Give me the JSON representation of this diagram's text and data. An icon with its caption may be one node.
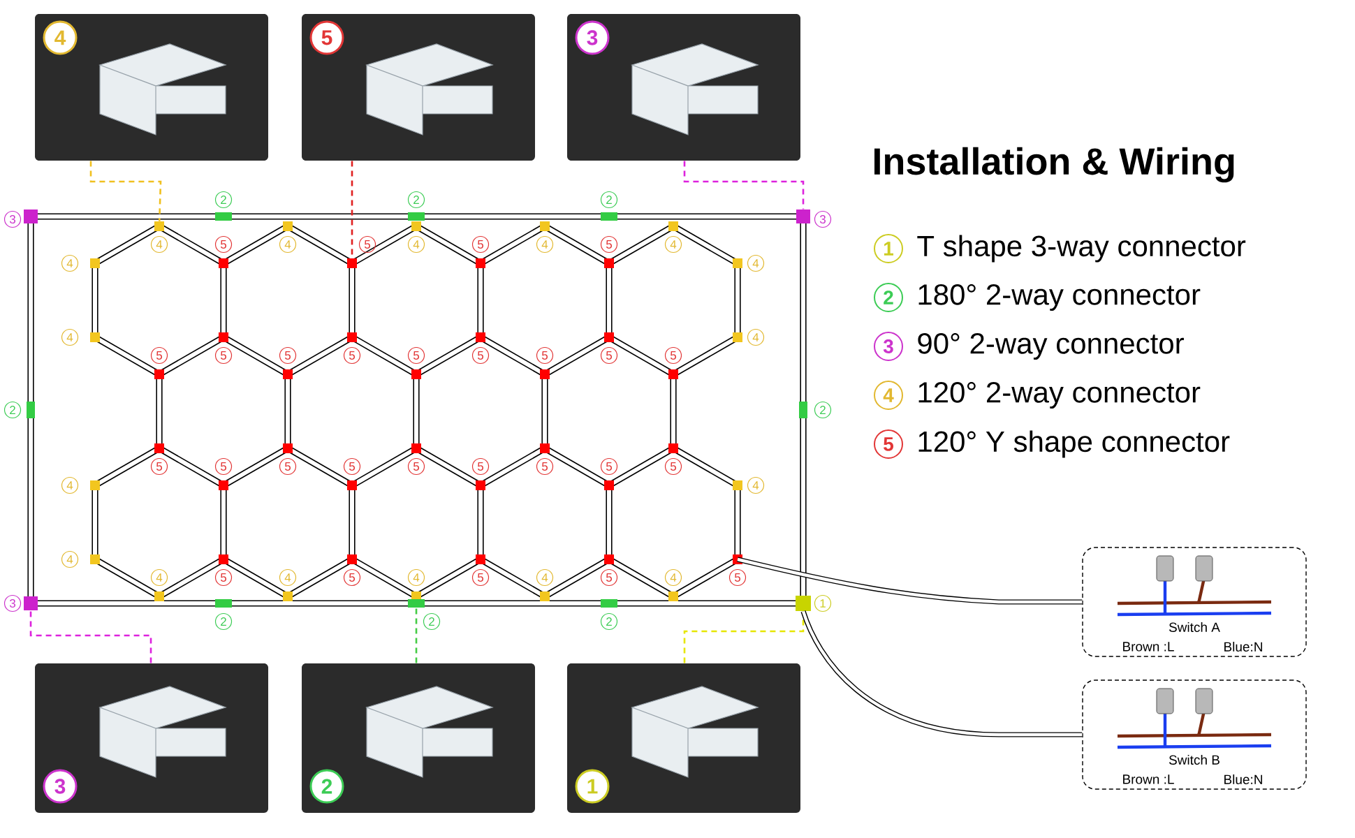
{
  "diagram": {
    "title": "Installation & Wiring",
    "nodes": [
      {
        "text": [
          "4"
        ]
      },
      {
        "text": [
          "5"
        ]
      },
      {
        "text": [
          "3"
        ]
      },
      {
        "text": [
          "Switch A",
          "Brown :L",
          "Blue:N"
        ]
      },
      {
        "text": [
          "Switch B",
          "Brown :L",
          "Blue:N"
        ]
      },
      {
        "text": [
          "3"
        ]
      },
      {
        "text": [
          "2"
        ]
      },
      {
        "text": [
          "1"
        ]
      },
      {
        "text": [],
        "shape": "box"
      },
      {
        "text": [],
        "shape": "box"
      },
      {
        "text": [],
        "shape": "box"
      },
      {
        "text": [],
        "shape": "box"
      },
      {
        "text": [],
        "shape": "box"
      },
      {
        "text": [],
        "shape": "box"
      },
      {
        "text": [],
        "shape": "box"
      }
    ],
    "edges": [
      {
        "from": 0,
        "to": 8,
        "arrow": "none",
        "style": "dashed",
        "color": "#f0c020"
      },
      {
        "from": 1,
        "to": 9,
        "arrow": "none",
        "style": "dashed",
        "color": "#e02020"
      },
      {
        "from": 2,
        "to": 10,
        "arrow": "none",
        "style": "dashed",
        "color": "#dd22dd"
      },
      {
        "from": 5,
        "to": 11,
        "arrow": "none",
        "style": "dashed",
        "color": "#dd22dd"
      },
      {
        "from": 6,
        "to": 12,
        "arrow": "none",
        "style": "dashed",
        "color": "#44cc44"
      },
      {
        "from": 7,
        "to": 13,
        "arrow": "none",
        "style": "dashed",
        "color": "#e6e600"
      },
      {
        "from": 14,
        "to": 3,
        "arrow": "none",
        "style": "thick",
        "color": "#000000"
      },
      {
        "from": 13,
        "to": 4,
        "arrow": "none",
        "style": "thick",
        "color": "#000000"
      }
    ],
    "labels": [
      "2",
      "2",
      "2",
      "3",
      "3",
      "4",
      "5",
      "4",
      "5",
      "4",
      "5",
      "4",
      "5",
      "4",
      "4",
      "4",
      "4",
      "4",
      "5",
      "5",
      "5",
      "5",
      "5",
      "5",
      "5",
      "5",
      "5",
      "2",
      "2",
      "5",
      "5",
      "5",
      "5",
      "5",
      "5",
      "5",
      "5",
      "5",
      "4",
      "4",
      "4",
      "4",
      "5",
      "4",
      "5",
      "4",
      "5",
      "4",
      "5",
      "4",
      "5",
      "3",
      "1",
      "2",
      "2",
      "2",
      "1",
      "2",
      "3",
      "4",
      "5"
    ],
    "legend": [
      {
        "text": "T shape 3-way connector"
      },
      {
        "text": "180° 2-way connector"
      },
      {
        "text": "90° 2-way connector"
      },
      {
        "text": "120° 2-way connector"
      },
      {
        "text": "120° Y shape connector"
      }
    ]
  }
}
